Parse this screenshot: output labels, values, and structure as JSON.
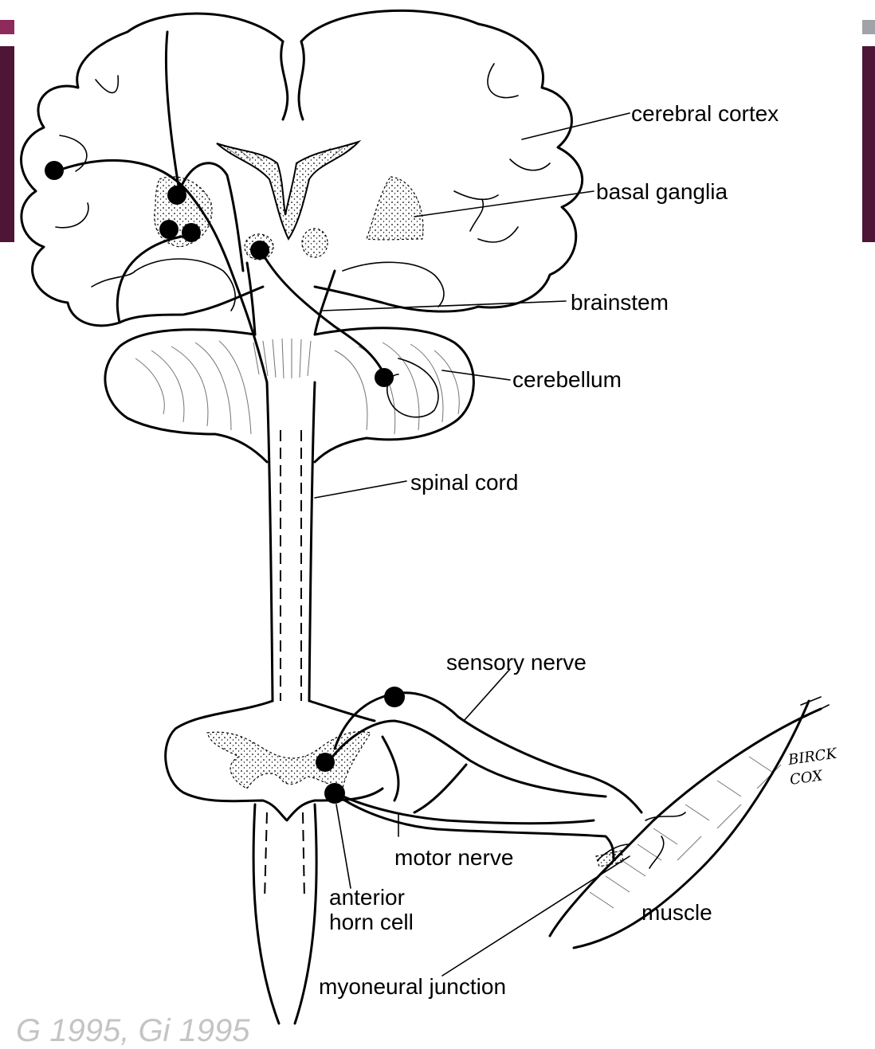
{
  "colors": {
    "accent": "#8e2a5c",
    "sidebar": "#4e1536",
    "corner_right": "#a0a3a8",
    "footer_text": "#c4c4c4"
  },
  "labels": {
    "cerebral_cortex": "cerebral cortex",
    "basal_ganglia": "basal ganglia",
    "brainstem": "brainstem",
    "cerebellum": "cerebellum",
    "spinal_cord": "spinal cord",
    "sensory_nerve": "sensory nerve",
    "motor_nerve": "motor nerve",
    "anterior_horn_cell_line1": "anterior",
    "anterior_horn_cell_line2": "horn cell",
    "muscle": "muscle",
    "myoneural_junction": "myoneural junction"
  },
  "signature": {
    "line1": "BIRCK",
    "line2": "COX"
  },
  "footer": {
    "text": "G 1995, Gi 1995"
  }
}
